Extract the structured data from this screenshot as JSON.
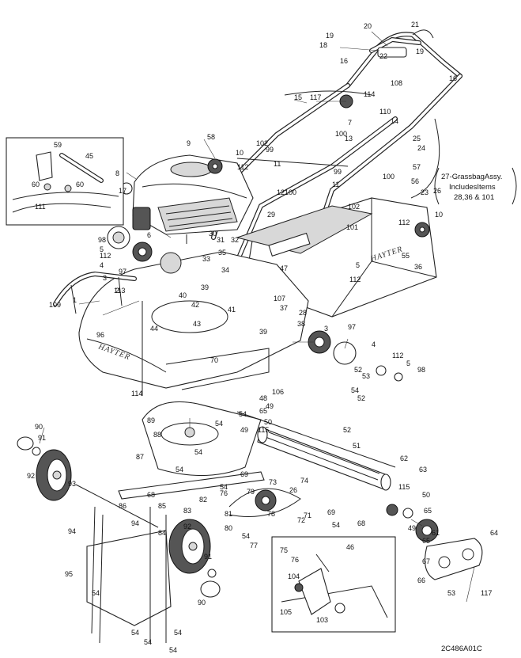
{
  "brand": "HAYTER",
  "drawing_code": "2C486A01C",
  "note": {
    "line1": "27-GrassbagAssy.",
    "line2": "IncludesItems",
    "line3": "28,36 & 101"
  },
  "labels": [
    {
      "text": "20"
    },
    {
      "text": "21"
    },
    {
      "text": "19"
    },
    {
      "text": "18"
    },
    {
      "text": "22"
    },
    {
      "text": "19"
    },
    {
      "text": "16"
    },
    {
      "text": "16"
    },
    {
      "text": "117"
    },
    {
      "text": "108"
    },
    {
      "text": "114"
    },
    {
      "text": "15"
    },
    {
      "text": "110"
    },
    {
      "text": "7"
    },
    {
      "text": "14"
    },
    {
      "text": "25"
    },
    {
      "text": "24"
    },
    {
      "text": "13"
    },
    {
      "text": "57"
    },
    {
      "text": "56"
    },
    {
      "text": "26"
    },
    {
      "text": "9"
    },
    {
      "text": "58"
    },
    {
      "text": "10"
    },
    {
      "text": "102"
    },
    {
      "text": "99"
    },
    {
      "text": "100"
    },
    {
      "text": "8"
    },
    {
      "text": "112"
    },
    {
      "text": "11"
    },
    {
      "text": "99"
    },
    {
      "text": "100"
    },
    {
      "text": "17"
    },
    {
      "text": "12"
    },
    {
      "text": "11"
    },
    {
      "text": "100"
    },
    {
      "text": "23"
    },
    {
      "text": "102"
    },
    {
      "text": "10"
    },
    {
      "text": "112"
    },
    {
      "text": "29"
    },
    {
      "text": "101"
    },
    {
      "text": "30"
    },
    {
      "text": "98"
    },
    {
      "text": "6"
    },
    {
      "text": "31"
    },
    {
      "text": "32"
    },
    {
      "text": "5"
    },
    {
      "text": "112"
    },
    {
      "text": "55"
    },
    {
      "text": "5"
    },
    {
      "text": "112"
    },
    {
      "text": "36"
    },
    {
      "text": "4"
    },
    {
      "text": "33"
    },
    {
      "text": "97"
    },
    {
      "text": "35"
    },
    {
      "text": "3"
    },
    {
      "text": "2"
    },
    {
      "text": "34"
    },
    {
      "text": "47"
    },
    {
      "text": "39"
    },
    {
      "text": "113"
    },
    {
      "text": "107"
    },
    {
      "text": "37"
    },
    {
      "text": "40"
    },
    {
      "text": "109"
    },
    {
      "text": "1"
    },
    {
      "text": "42"
    },
    {
      "text": "41"
    },
    {
      "text": "28"
    },
    {
      "text": "43"
    },
    {
      "text": "44"
    },
    {
      "text": "38"
    },
    {
      "text": "3"
    },
    {
      "text": "97"
    },
    {
      "text": "96"
    },
    {
      "text": "39"
    },
    {
      "text": "4"
    },
    {
      "text": "112"
    },
    {
      "text": "5"
    },
    {
      "text": "98"
    },
    {
      "text": "70"
    },
    {
      "text": "52"
    },
    {
      "text": "53"
    },
    {
      "text": "54"
    },
    {
      "text": "114"
    },
    {
      "text": "106"
    },
    {
      "text": "52"
    },
    {
      "text": "48"
    },
    {
      "text": "49"
    },
    {
      "text": "65"
    },
    {
      "text": "54"
    },
    {
      "text": "50"
    },
    {
      "text": "115"
    },
    {
      "text": "89"
    },
    {
      "text": "54"
    },
    {
      "text": "49"
    },
    {
      "text": "52"
    },
    {
      "text": "90"
    },
    {
      "text": "91"
    },
    {
      "text": "88"
    },
    {
      "text": "51"
    },
    {
      "text": "87"
    },
    {
      "text": "54"
    },
    {
      "text": "62"
    },
    {
      "text": "63"
    },
    {
      "text": "54"
    },
    {
      "text": "69"
    },
    {
      "text": "92"
    },
    {
      "text": "54"
    },
    {
      "text": "73"
    },
    {
      "text": "74"
    },
    {
      "text": "115"
    },
    {
      "text": "93"
    },
    {
      "text": "68"
    },
    {
      "text": "76"
    },
    {
      "text": "82"
    },
    {
      "text": "79"
    },
    {
      "text": "26"
    },
    {
      "text": "50"
    },
    {
      "text": "86"
    },
    {
      "text": "85"
    },
    {
      "text": "83"
    },
    {
      "text": "81"
    },
    {
      "text": "78"
    },
    {
      "text": "71"
    },
    {
      "text": "69"
    },
    {
      "text": "65"
    },
    {
      "text": "94"
    },
    {
      "text": "72"
    },
    {
      "text": "61"
    },
    {
      "text": "84"
    },
    {
      "text": "92"
    },
    {
      "text": "80"
    },
    {
      "text": "54"
    },
    {
      "text": "68"
    },
    {
      "text": "49"
    },
    {
      "text": "64"
    },
    {
      "text": "77"
    },
    {
      "text": "75"
    },
    {
      "text": "76"
    },
    {
      "text": "54"
    },
    {
      "text": "65"
    },
    {
      "text": "94"
    },
    {
      "text": "67"
    },
    {
      "text": "91"
    },
    {
      "text": "66"
    },
    {
      "text": "95"
    },
    {
      "text": "53"
    },
    {
      "text": "117"
    },
    {
      "text": "90"
    },
    {
      "text": "46"
    },
    {
      "text": "104"
    },
    {
      "text": "105"
    },
    {
      "text": "103"
    },
    {
      "text": "54"
    },
    {
      "text": "54"
    },
    {
      "text": "54"
    },
    {
      "text": "54"
    },
    {
      "text": "54"
    },
    {
      "text": "59"
    },
    {
      "text": "45"
    },
    {
      "text": "60"
    },
    {
      "text": "60"
    },
    {
      "text": "111"
    }
  ]
}
